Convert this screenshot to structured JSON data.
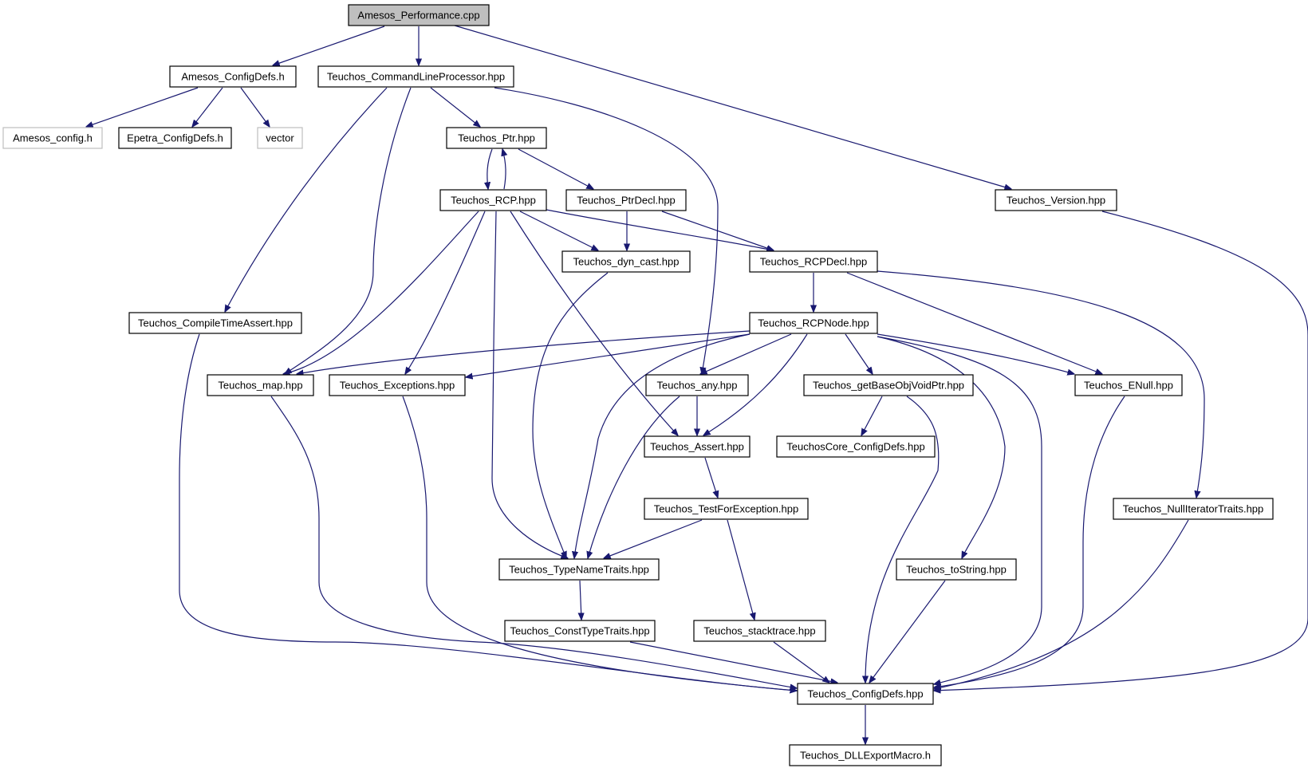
{
  "nodes": [
    {
      "id": "n1",
      "label": "Amesos_Performance.cpp",
      "kind": "root"
    },
    {
      "id": "n2",
      "label": "Amesos_ConfigDefs.h",
      "kind": "normal"
    },
    {
      "id": "n3",
      "label": "Teuchos_CommandLineProcessor.hpp",
      "kind": "normal"
    },
    {
      "id": "n4",
      "label": "Amesos_config.h",
      "kind": "missing"
    },
    {
      "id": "n5",
      "label": "Epetra_ConfigDefs.h",
      "kind": "normal"
    },
    {
      "id": "n6",
      "label": "vector",
      "kind": "missing"
    },
    {
      "id": "n7",
      "label": "Teuchos_Ptr.hpp",
      "kind": "normal"
    },
    {
      "id": "n8",
      "label": "Teuchos_RCP.hpp",
      "kind": "normal"
    },
    {
      "id": "n9",
      "label": "Teuchos_PtrDecl.hpp",
      "kind": "normal"
    },
    {
      "id": "n10",
      "label": "Teuchos_Version.hpp",
      "kind": "normal"
    },
    {
      "id": "n11",
      "label": "Teuchos_dyn_cast.hpp",
      "kind": "normal"
    },
    {
      "id": "n12",
      "label": "Teuchos_RCPDecl.hpp",
      "kind": "normal"
    },
    {
      "id": "n13",
      "label": "Teuchos_CompileTimeAssert.hpp",
      "kind": "normal"
    },
    {
      "id": "n14",
      "label": "Teuchos_RCPNode.hpp",
      "kind": "normal"
    },
    {
      "id": "n15",
      "label": "Teuchos_map.hpp",
      "kind": "normal"
    },
    {
      "id": "n16",
      "label": "Teuchos_Exceptions.hpp",
      "kind": "normal"
    },
    {
      "id": "n17",
      "label": "Teuchos_any.hpp",
      "kind": "normal"
    },
    {
      "id": "n18",
      "label": "Teuchos_getBaseObjVoidPtr.hpp",
      "kind": "normal"
    },
    {
      "id": "n19",
      "label": "Teuchos_ENull.hpp",
      "kind": "normal"
    },
    {
      "id": "n20",
      "label": "Teuchos_Assert.hpp",
      "kind": "normal"
    },
    {
      "id": "n21",
      "label": "TeuchosCore_ConfigDefs.hpp",
      "kind": "normal"
    },
    {
      "id": "n22",
      "label": "Teuchos_TestForException.hpp",
      "kind": "normal"
    },
    {
      "id": "n23",
      "label": "Teuchos_NullIteratorTraits.hpp",
      "kind": "normal"
    },
    {
      "id": "n24",
      "label": "Teuchos_TypeNameTraits.hpp",
      "kind": "normal"
    },
    {
      "id": "n25",
      "label": "Teuchos_toString.hpp",
      "kind": "normal"
    },
    {
      "id": "n26",
      "label": "Teuchos_ConstTypeTraits.hpp",
      "kind": "normal"
    },
    {
      "id": "n27",
      "label": "Teuchos_stacktrace.hpp",
      "kind": "normal"
    },
    {
      "id": "n28",
      "label": "Teuchos_ConfigDefs.hpp",
      "kind": "normal"
    },
    {
      "id": "n29",
      "label": "Teuchos_DLLExportMacro.h",
      "kind": "normal"
    }
  ],
  "edges": [
    [
      "n1",
      "n2"
    ],
    [
      "n1",
      "n3"
    ],
    [
      "n1",
      "n10"
    ],
    [
      "n2",
      "n4"
    ],
    [
      "n2",
      "n5"
    ],
    [
      "n2",
      "n6"
    ],
    [
      "n3",
      "n7"
    ],
    [
      "n3",
      "n13"
    ],
    [
      "n3",
      "n15"
    ],
    [
      "n3",
      "n17"
    ],
    [
      "n7",
      "n8"
    ],
    [
      "n7",
      "n9"
    ],
    [
      "n8",
      "n7"
    ],
    [
      "n8",
      "n11"
    ],
    [
      "n8",
      "n12"
    ],
    [
      "n8",
      "n15"
    ],
    [
      "n8",
      "n16"
    ],
    [
      "n8",
      "n20"
    ],
    [
      "n8",
      "n24"
    ],
    [
      "n9",
      "n11"
    ],
    [
      "n9",
      "n12"
    ],
    [
      "n10",
      "n28"
    ],
    [
      "n11",
      "n24"
    ],
    [
      "n12",
      "n14"
    ],
    [
      "n12",
      "n19"
    ],
    [
      "n12",
      "n23"
    ],
    [
      "n13",
      "n28"
    ],
    [
      "n14",
      "n15"
    ],
    [
      "n14",
      "n16"
    ],
    [
      "n14",
      "n17"
    ],
    [
      "n14",
      "n18"
    ],
    [
      "n14",
      "n19"
    ],
    [
      "n14",
      "n20"
    ],
    [
      "n14",
      "n24"
    ],
    [
      "n14",
      "n25"
    ],
    [
      "n14",
      "n28"
    ],
    [
      "n15",
      "n28"
    ],
    [
      "n16",
      "n28"
    ],
    [
      "n17",
      "n20"
    ],
    [
      "n17",
      "n24"
    ],
    [
      "n18",
      "n21"
    ],
    [
      "n18",
      "n28"
    ],
    [
      "n19",
      "n28"
    ],
    [
      "n20",
      "n22"
    ],
    [
      "n22",
      "n24"
    ],
    [
      "n22",
      "n27"
    ],
    [
      "n23",
      "n28"
    ],
    [
      "n24",
      "n26"
    ],
    [
      "n25",
      "n28"
    ],
    [
      "n26",
      "n28"
    ],
    [
      "n27",
      "n28"
    ],
    [
      "n28",
      "n29"
    ]
  ]
}
